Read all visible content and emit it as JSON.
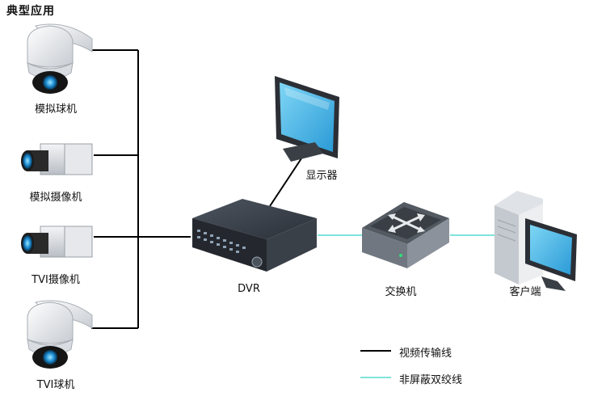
{
  "title": "典型应用",
  "devices": {
    "ptz_analog": "模拟球机",
    "cam_analog": "模拟摄像机",
    "cam_tvi": "TVI摄像机",
    "ptz_tvi": "TVI球机",
    "monitor": "显示器",
    "dvr": "DVR",
    "switch": "交换机",
    "client": "客户端"
  },
  "legend": {
    "video_line": "视频传输线",
    "utp_line": "非屏蔽双绞线"
  },
  "colors": {
    "video_line": "#000000",
    "utp_line": "#7fe3db",
    "screen": "#3bb2e6",
    "lens": "#1e8fd4"
  }
}
